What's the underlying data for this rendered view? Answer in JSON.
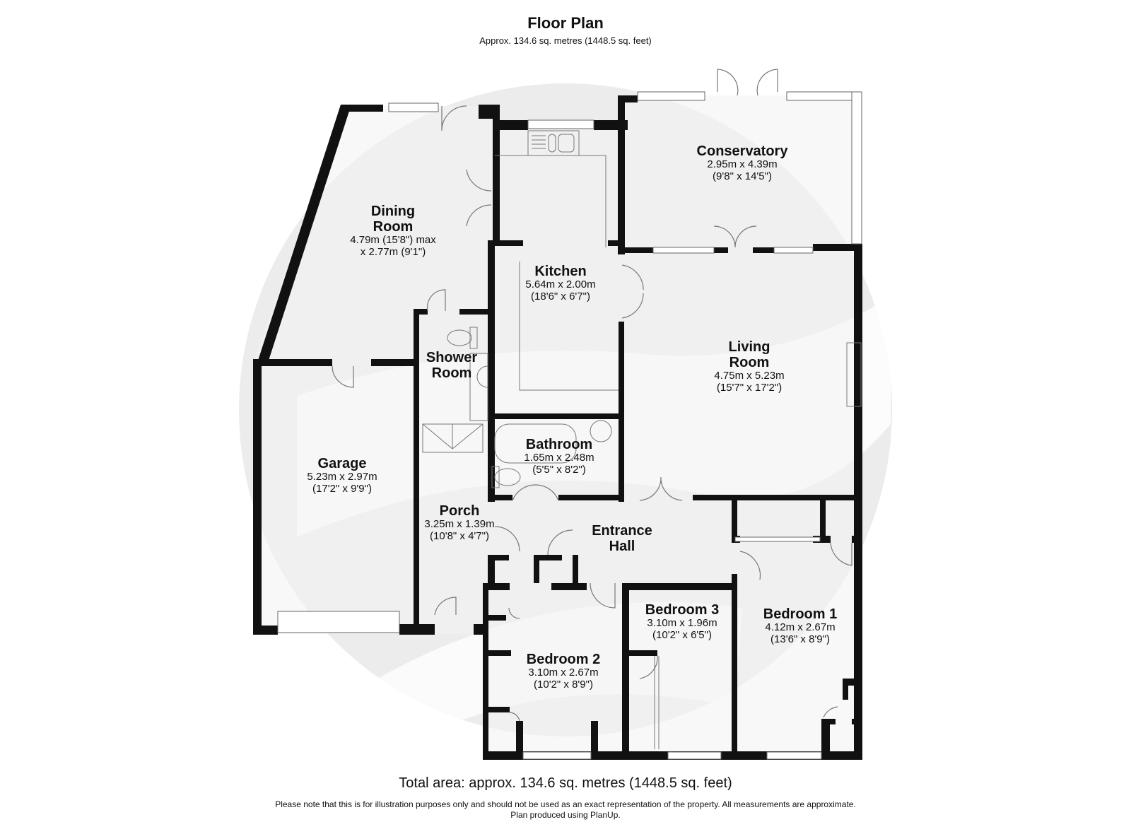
{
  "header": {
    "title": "Floor Plan",
    "subtitle": "Approx. 134.6 sq. metres (1448.5 sq. feet)"
  },
  "rooms": [
    {
      "id": "conservatory",
      "name": "Conservatory",
      "dim1": "2.95m x 4.39m",
      "dim2": "(9'8\" x 14'5\")"
    },
    {
      "id": "dining-room",
      "name": "Dining\nRoom",
      "name_line1": "Dining",
      "name_line2": "Room",
      "dim1": "4.79m (15'8\") max",
      "dim2": "x 2.77m (9'1\")"
    },
    {
      "id": "kitchen",
      "name": "Kitchen",
      "dim1": "5.64m x 2.00m",
      "dim2": "(18'6\" x 6'7\")"
    },
    {
      "id": "living-room",
      "name_line1": "Living",
      "name_line2": "Room",
      "dim1": "4.75m x 5.23m",
      "dim2": "(15'7\" x 17'2\")"
    },
    {
      "id": "shower-room",
      "name_line1": "Shower",
      "name_line2": "Room"
    },
    {
      "id": "garage",
      "name": "Garage",
      "dim1": "5.23m x 2.97m",
      "dim2": "(17'2\" x 9'9\")"
    },
    {
      "id": "bathroom",
      "name": "Bathroom",
      "dim1": "1.65m x 2.48m",
      "dim2": "(5'5\" x 8'2\")"
    },
    {
      "id": "porch",
      "name": "Porch",
      "dim1": "3.25m x 1.39m",
      "dim2": "(10'8\" x 4'7\")"
    },
    {
      "id": "entrance-hall",
      "name_line1": "Entrance",
      "name_line2": "Hall"
    },
    {
      "id": "bedroom-3",
      "name": "Bedroom 3",
      "dim1": "3.10m x 1.96m",
      "dim2": "(10'2\" x 6'5\")"
    },
    {
      "id": "bedroom-1",
      "name": "Bedroom 1",
      "dim1": "4.12m x 2.67m",
      "dim2": "(13'6\" x 8'9\")"
    },
    {
      "id": "bedroom-2",
      "name": "Bedroom 2",
      "dim1": "3.10m x 2.67m",
      "dim2": "(10'2\" x 8'9\")"
    }
  ],
  "footer": {
    "total": "Total area: approx. 134.6 sq. metres (1448.5 sq. feet)",
    "disclaimer": "Please note that this is for illustration purposes only and should not be used as an exact representation of the property. All measurements are approximate.",
    "credit": "Plan produced using PlanUp."
  },
  "colors": {
    "wall": "#111111",
    "floor": "#f2f2f2",
    "fixture_line": "#777777",
    "watermark": "#e6e6e6"
  }
}
